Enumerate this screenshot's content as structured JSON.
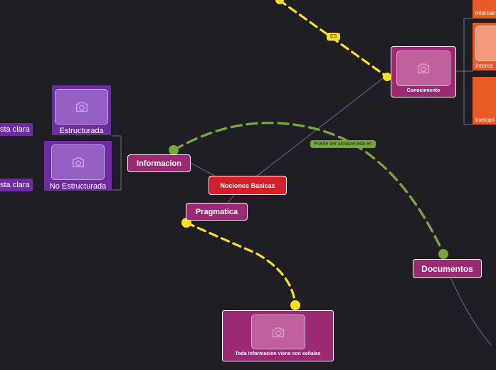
{
  "central": {
    "label": "Nociones Basicas"
  },
  "nodes": {
    "informacion": "Informacion",
    "pragmatica": "Pragmatica",
    "documentos": "Documentos",
    "conocimiento": "Conocimiento",
    "estructurada": "Estructurada",
    "no_estructurada": "No Estructurada",
    "senales": "Toda Informacion viene con señales"
  },
  "connector_labels": {
    "es": "ES",
    "almacenada": "Puede ser almacenada en"
  },
  "partial_texts": {
    "tag1": "sta clara",
    "tag2": "sta clara",
    "orange1": "intercan",
    "orange2": "Interca",
    "orange3": "Inercan"
  },
  "colors": {
    "background": "#1f1e25",
    "central": "#d31f2a",
    "subtopic": "#9c2a72",
    "purple": "#6f2aa6",
    "orange": "#ea5a25",
    "yellow_connector": "#ffe01a",
    "green_connector": "#77a63a"
  },
  "icons": [
    "camera-icon"
  ]
}
